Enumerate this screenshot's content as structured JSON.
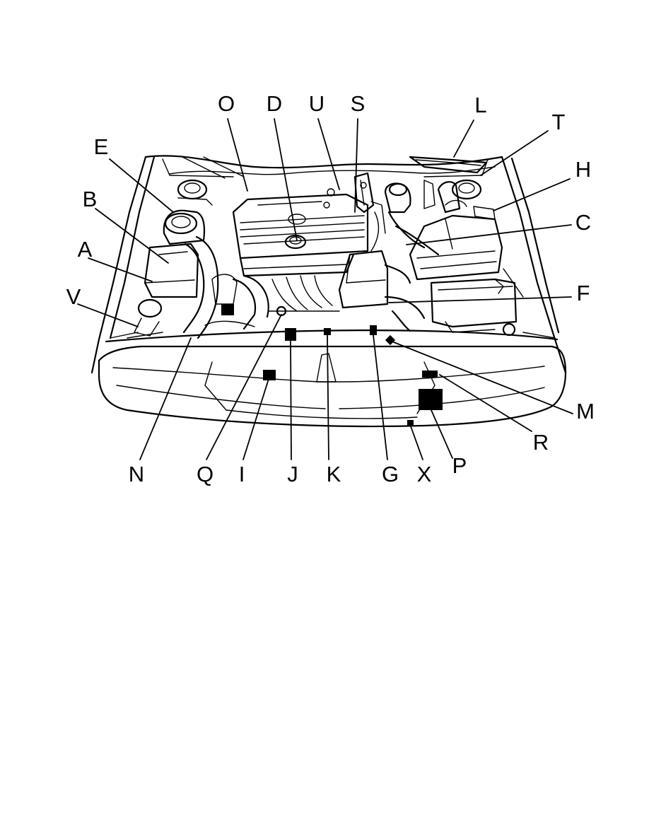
{
  "diagram": {
    "callouts": [
      {
        "id": "O",
        "label": "O"
      },
      {
        "id": "D",
        "label": "D"
      },
      {
        "id": "U",
        "label": "U"
      },
      {
        "id": "S",
        "label": "S"
      },
      {
        "id": "L",
        "label": "L"
      },
      {
        "id": "T",
        "label": "T"
      },
      {
        "id": "E",
        "label": "E"
      },
      {
        "id": "H",
        "label": "H"
      },
      {
        "id": "B",
        "label": "B"
      },
      {
        "id": "C",
        "label": "C"
      },
      {
        "id": "A",
        "label": "A"
      },
      {
        "id": "V",
        "label": "V"
      },
      {
        "id": "F",
        "label": "F"
      },
      {
        "id": "M",
        "label": "M"
      },
      {
        "id": "R",
        "label": "R"
      },
      {
        "id": "P",
        "label": "P"
      },
      {
        "id": "N",
        "label": "N"
      },
      {
        "id": "Q",
        "label": "Q"
      },
      {
        "id": "I",
        "label": "I"
      },
      {
        "id": "J",
        "label": "J"
      },
      {
        "id": "K",
        "label": "K"
      },
      {
        "id": "G",
        "label": "G"
      },
      {
        "id": "X",
        "label": "X"
      }
    ],
    "colors": {
      "ink": "#000000",
      "background": "#ffffff"
    }
  }
}
